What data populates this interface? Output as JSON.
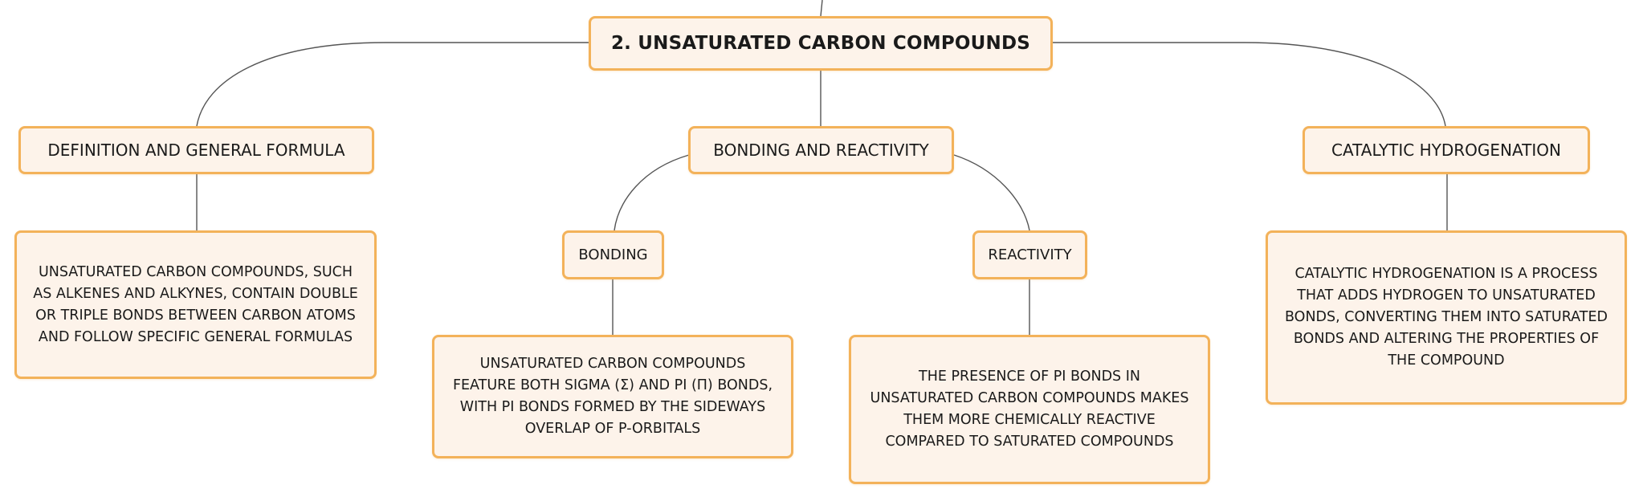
{
  "colors": {
    "node_fill": "#fdf3ea",
    "node_border": "#f3b25a",
    "connector": "#555555",
    "text": "#1a1a1a"
  },
  "map": {
    "root": "2. UNSATURATED CARBON COMPOUNDS",
    "definition": {
      "title": "DEFINITION AND GENERAL FORMULA",
      "detail": "UNSATURATED CARBON COMPOUNDS, SUCH AS ALKENES AND ALKYNES, CONTAIN DOUBLE OR TRIPLE BONDS BETWEEN CARBON ATOMS AND FOLLOW SPECIFIC GENERAL FORMULAS"
    },
    "bonding_reactivity": {
      "title": "BONDING AND REACTIVITY",
      "bonding": {
        "title": "BONDING",
        "detail": "UNSATURATED CARBON COMPOUNDS FEATURE BOTH SIGMA (Σ) AND PI (Π) BONDS, WITH PI BONDS FORMED BY THE SIDEWAYS OVERLAP OF P-ORBITALS"
      },
      "reactivity": {
        "title": "REACTIVITY",
        "detail": "THE PRESENCE OF PI BONDS IN UNSATURATED CARBON COMPOUNDS MAKES THEM MORE CHEMICALLY REACTIVE COMPARED TO SATURATED COMPOUNDS"
      }
    },
    "hydrogenation": {
      "title": "CATALYTIC HYDROGENATION",
      "detail": "CATALYTIC HYDROGENATION IS A PROCESS THAT ADDS HYDROGEN TO UNSATURATED BONDS, CONVERTING THEM INTO SATURATED BONDS AND ALTERING THE PROPERTIES OF THE COMPOUND"
    }
  }
}
